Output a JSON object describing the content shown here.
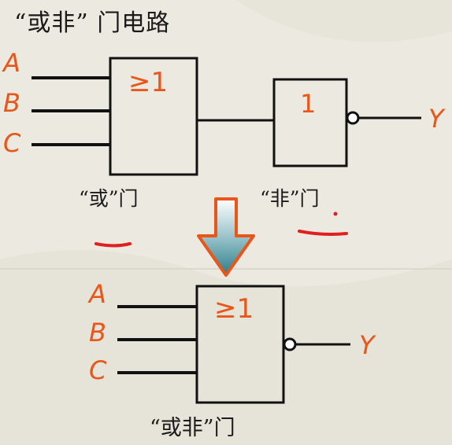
{
  "title": "“或非” 门电路",
  "top_circuit": {
    "inputs": [
      "A",
      "B",
      "C"
    ],
    "or_gate_symbol": "≥1",
    "not_gate_symbol": "1",
    "output": "Y",
    "or_caption": "“或”门",
    "not_caption": "“非”门"
  },
  "bottom_circuit": {
    "inputs": [
      "A",
      "B",
      "C"
    ],
    "nor_gate_symbol": "≥1",
    "output": "Y",
    "nor_caption": "“或非”门"
  },
  "colors": {
    "label_orange": "#e8561a",
    "line": "#111111",
    "arrow_top": "#ffffff",
    "arrow_bottom": "#2a7d8a",
    "arrow_border": "#e8561a",
    "annotation_red": "#e02020"
  }
}
